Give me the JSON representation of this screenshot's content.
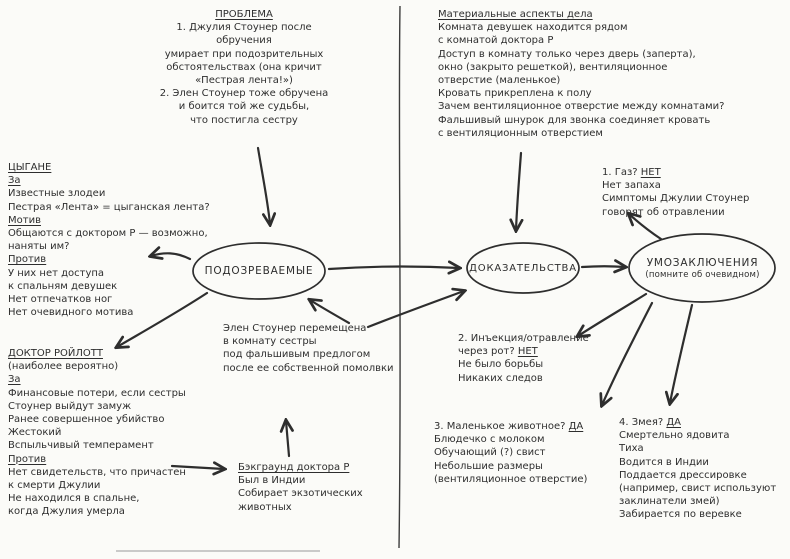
{
  "problem": {
    "title": "ПРОБЛЕМА",
    "body": "1. Джулия Стоунер после обручения\nумирает при подозрительных\nобстоятельствах (она кричит\n«Пестрая лента!»)\n2. Элен Стоунер тоже обручена\nи боится той же судьбы,\nчто постигла сестру"
  },
  "gypsies": {
    "title": "ЦЫГАНЕ",
    "pro_label": "За",
    "pro_body": "Известные злодеи\nПестрая «Лента» = цыганская лента?",
    "motive_label": "Мотив",
    "motive_body": "Общаются с доктором Р — возможно, наняты им?",
    "con_label": "Против",
    "con_body": "У них нет доступа\nк спальням девушек\nНет отпечатков ног\nНет очевидного мотива"
  },
  "suspects_node": {
    "label": "ПОДОЗРЕВАЕМЫЕ"
  },
  "doctor": {
    "title": "ДОКТОР РОЙЛОТТ",
    "subtitle": "(наиболее вероятно)",
    "pro_label": "За",
    "pro_body": "Финансовые потери, если сестры\nСтоунер выйдут замуж\nРанее совершенное убийство\nЖестокий\nВспыльчивый темперамент",
    "con_label": "Против",
    "con_body": "Нет свидетельств, что причастен\nк смерти Джулии\nНе находился в спальне,\nкогда Джулия умерла"
  },
  "helen_note": {
    "body": "Элен Стоунер перемещена\nв комнату сестры\nпод фальшивым предлогом\nпосле ее собственной помолвки"
  },
  "background": {
    "title": "Бэкграунд доктора Р",
    "body": "Был в Индии\nСобирает экзотических\nживотных"
  },
  "material": {
    "title": "Материальные аспекты дела",
    "body": "Комната девушек находится рядом\nс комнатой доктора Р\nДоступ в комнату только через дверь (заперта),\nокно (закрыто решеткой), вентиляционное\nотверстие (маленькое)\nКровать прикреплена к полу\nЗачем вентиляционное отверстие между комнатами?\nФальшивый шнурок для звонка соединяет кровать\nс вентиляционным отверстием"
  },
  "evidence_node": {
    "label": "ДОКАЗАТЕЛЬСТВА"
  },
  "conclusions_node": {
    "label": "УМОЗАКЛЮЧЕНИЯ",
    "sublabel": "(помните об очевидном)"
  },
  "hypotheses": {
    "gas": {
      "question": "1. Газ?",
      "answer": "НЕТ",
      "body": "Нет запаха\nСимптомы Джулии Стоунер\nговорят об отравлении"
    },
    "injection": {
      "question": "2. Инъекция/отравление\nчерез рот?",
      "answer": "НЕТ",
      "body": "Не было борьбы\nНикаких следов"
    },
    "animal": {
      "question": "3. Маленькое животное?",
      "answer": "ДА",
      "body": "Блюдечко с молоком\nОбучающий (?) свист\nНебольшие размеры\n(вентиляционное отверстие)"
    },
    "snake": {
      "question": "4. Змея?",
      "answer": "ДА",
      "body": "Смертельно ядовита\nТиха\nВодится в Индии\nПоддается дрессировке\n(например, свист используют\nзаклинатели змей)\nЗабирается по веревке"
    }
  }
}
